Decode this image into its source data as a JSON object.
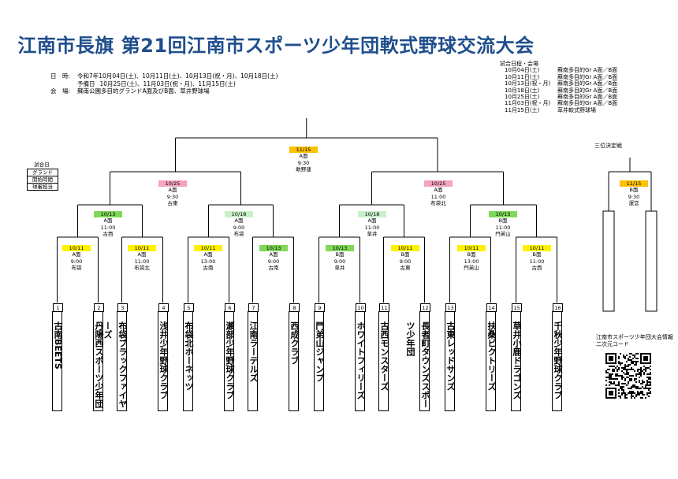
{
  "title": "江南市長旗  第21回江南市スポーツ少年団軟式野球交流大会",
  "info": {
    "date_label": "日　時:",
    "date_text": "令和7年10月04日(土)、10月11日(土)、10月13日(祝・月)、10月18日(土)",
    "reserve_label": "予備日",
    "reserve_text": "10月25日(土)、11月03日(祝・月)、11月15日(土)",
    "venue_label": "会　場:",
    "venue_text": "蘇南公園多目的グランドA面及びB面、草井野球場"
  },
  "schedule": {
    "title": "試合日程・会場",
    "rows": [
      {
        "date": "10月04日(土)",
        "venue": "蘇南多目的Gr A面／B面"
      },
      {
        "date": "10月11日(土)",
        "venue": "蘇南多目的Gr A面／B面"
      },
      {
        "date": "10月13日(祝・月)",
        "venue": "蘇南多目的Gr A面／B面"
      },
      {
        "date": "10月18日(土)",
        "venue": "蘇南多目的Gr A面／B面"
      },
      {
        "date": "10月25日(土)",
        "venue": "蘇南多目的Gr A面／B面"
      },
      {
        "date": "11月03日(祝・月)",
        "venue": "蘇南多目的Gr A面／B面"
      },
      {
        "date": "11月15日(土)",
        "venue": "草井軟式野球場"
      }
    ]
  },
  "legend": {
    "title": "試合日",
    "rows": [
      "グランド",
      "開始時間",
      "球審担当"
    ]
  },
  "colors": {
    "title": "#1f4e8c",
    "date_1011": "#fff200",
    "date_1013": "#7ed957",
    "date_1018": "#c8f0c8",
    "date_1025": "#f5a3c0",
    "date_1115": "#ffc000"
  },
  "matches": {
    "final": {
      "date": "11/15",
      "ground": "A面",
      "time": "9:30",
      "umpire": "軟野連"
    },
    "semi_left": {
      "date": "10/25",
      "ground": "A面",
      "time": "9:30",
      "umpire": "古東"
    },
    "semi_right": {
      "date": "10/25",
      "ground": "A面",
      "time": "11:00",
      "umpire": "布袋北"
    },
    "qf1": {
      "date": "10/13",
      "ground": "A面",
      "time": "11:00",
      "umpire": "古西"
    },
    "qf2": {
      "date": "10/18",
      "ground": "A面",
      "time": "9:00",
      "umpire": "布袋"
    },
    "qf3": {
      "date": "10/18",
      "ground": "A面",
      "time": "11:00",
      "umpire": "草井"
    },
    "qf4": {
      "date": "10/13",
      "ground": "B面",
      "time": "11:00",
      "umpire": "門弟山"
    },
    "r1": {
      "date": "10/11",
      "ground": "A面",
      "time": "9:00",
      "umpire": "布袋"
    },
    "r2": {
      "date": "10/11",
      "ground": "A面",
      "time": "11:00",
      "umpire": "布袋北"
    },
    "r3": {
      "date": "10/11",
      "ground": "A面",
      "time": "13:00",
      "umpire": "古南"
    },
    "r4": {
      "date": "10/13",
      "ground": "A面",
      "time": "9:00",
      "umpire": "古南"
    },
    "r5": {
      "date": "10/13",
      "ground": "B面",
      "time": "9:00",
      "umpire": "草井"
    },
    "r6": {
      "date": "10/11",
      "ground": "B面",
      "time": "9:00",
      "umpire": "古東"
    },
    "r7": {
      "date": "10/11",
      "ground": "B面",
      "time": "13:00",
      "umpire": "門弟山"
    },
    "r8": {
      "date": "10/11",
      "ground": "B面",
      "time": "11:00",
      "umpire": "古西"
    },
    "bronze": {
      "date": "11/15",
      "ground": "B面",
      "time": "9:30",
      "umpire": "運営"
    }
  },
  "bronze_title": "三位決定戦",
  "teams": [
    {
      "num": "1",
      "name": "古南BEETS"
    },
    {
      "num": "2",
      "name": "丹陽西スポーツ少年団"
    },
    {
      "num": "3",
      "name": "布袋ブラックファイヤーズ"
    },
    {
      "num": "4",
      "name": "浅井少年野球クラブ"
    },
    {
      "num": "5",
      "name": "布袋北ホーネッツ"
    },
    {
      "num": "6",
      "name": "瀬部少年野球クラブ"
    },
    {
      "num": "7",
      "name": "江南ラーテルズ"
    },
    {
      "num": "8",
      "name": "西成クラブ"
    },
    {
      "num": "9",
      "name": "門弟山ジャンプ"
    },
    {
      "num": "10",
      "name": "ホワイトフィリーズ"
    },
    {
      "num": "11",
      "name": "古西モンスターズ"
    },
    {
      "num": "12",
      "name": "長者町タウンズスポーツ少年団"
    },
    {
      "num": "13",
      "name": "古東レッドサンズ"
    },
    {
      "num": "14",
      "name": "扶桑ビクトリーズ"
    },
    {
      "num": "15",
      "name": "草井小鹿ドラゴンズ"
    },
    {
      "num": "16",
      "name": "千秋少年野球クラブ"
    }
  ],
  "qr_caption": [
    "江南市スポーツ少年団大会情報",
    "二次元コード"
  ]
}
